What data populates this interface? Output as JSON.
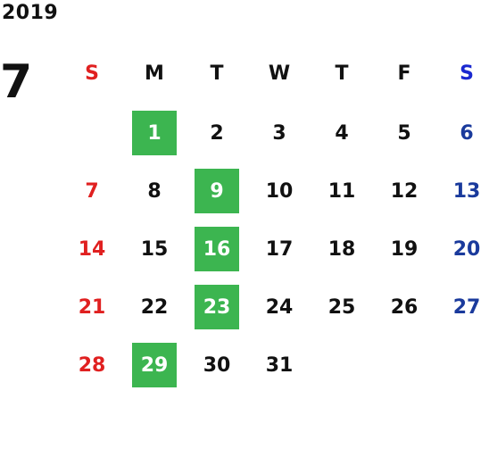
{
  "header": {
    "year": "2019",
    "month": "7"
  },
  "weekdays": [
    {
      "label": "S",
      "color": "#e02020"
    },
    {
      "label": "M",
      "color": "#111111"
    },
    {
      "label": "T",
      "color": "#111111"
    },
    {
      "label": "W",
      "color": "#111111"
    },
    {
      "label": "T",
      "color": "#111111"
    },
    {
      "label": "F",
      "color": "#111111"
    },
    {
      "label": "S",
      "color": "#1a28d0"
    }
  ],
  "colors": {
    "sunday": "#e02020",
    "saturday": "#1a3a9c",
    "weekday": "#111111",
    "highlight_bg": "#3cb550",
    "highlight_text": "#ffffff"
  },
  "first_weekday": 1,
  "days": [
    "1",
    "2",
    "3",
    "4",
    "5",
    "6",
    "7",
    "8",
    "9",
    "10",
    "11",
    "12",
    "13",
    "14",
    "15",
    "16",
    "17",
    "18",
    "19",
    "20",
    "21",
    "22",
    "23",
    "24",
    "25",
    "26",
    "27",
    "28",
    "29",
    "30",
    "31"
  ],
  "highlighted_days": [
    "1",
    "9",
    "16",
    "23",
    "29"
  ]
}
